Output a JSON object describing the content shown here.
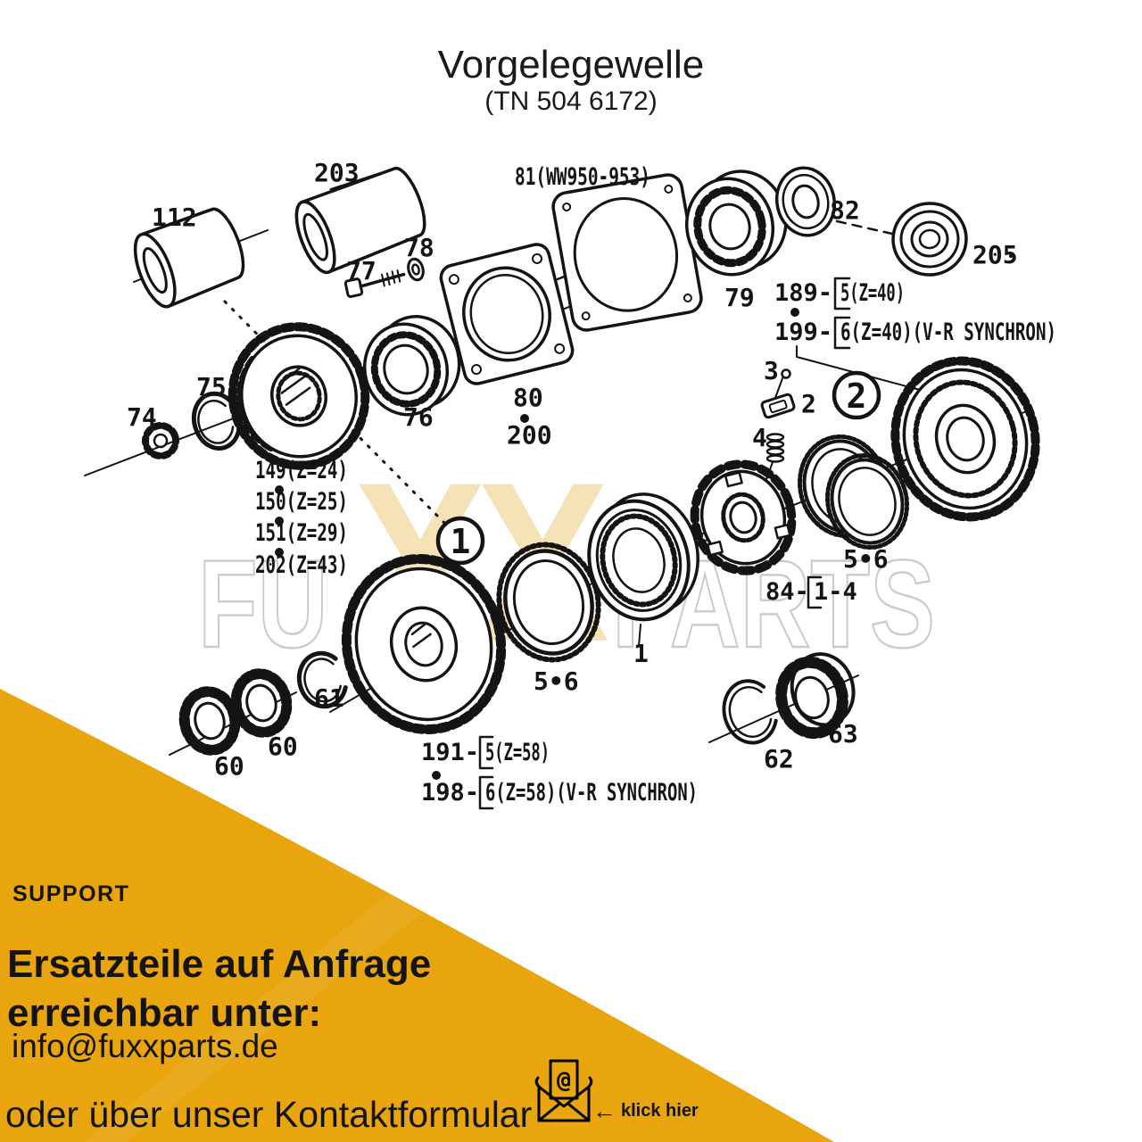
{
  "title": {
    "main": "Vorgelegewelle",
    "sub": "(TN 504 6172)"
  },
  "watermark": {
    "part1": "FU",
    "part2": "XX",
    "part3": "PARTS",
    "fill_color": "#f5e2b6",
    "outline_color": "#cbcbcb"
  },
  "colors": {
    "banner_yellow": "#e8a50d",
    "ink": "#141414"
  },
  "diagram": {
    "markers": {
      "m1": "1",
      "m2": "2"
    },
    "labels": {
      "p112": "112",
      "p203": "203",
      "p77": "77",
      "p78": "78",
      "p81": "81(WW950-953)",
      "p79": "79",
      "p82": "82",
      "p205": "205",
      "p189_prefix": "189-",
      "p189_ref": "5(Z=40)",
      "p199_prefix": "199-",
      "p199_ref": "6(Z=40)(V-R SYNCHRON)",
      "p3": "3",
      "p2": "2",
      "p4": "4",
      "p74": "74",
      "p75": "75",
      "p76": "76",
      "p80": "80",
      "p200": "200",
      "p149": "149(Z=24)",
      "p150": "150(Z=25)",
      "p151": "151(Z=29)",
      "p202": "202(Z=43)",
      "p5_6_mid": "5•6",
      "p5_6_right": "5•6",
      "p84_prefix": "84-",
      "p84_ref": "1-4",
      "p1": "1",
      "p191_prefix": "191-",
      "p191_ref": "5(Z=58)",
      "p198_prefix": "198-",
      "p198_ref": "6(Z=58)(V-R SYNCHRON)",
      "p60a": "60",
      "p60b": "60",
      "p61": "61",
      "p62": "62",
      "p63": "63"
    }
  },
  "support": {
    "heading": "SUPPORT",
    "line1": "Ersatzteile auf Anfrage",
    "line2": "erreichbar unter:",
    "email": "info@fuxxparts.de",
    "line3": "oder über unser Kontaktformular",
    "arrow": "←",
    "click_hint": "klick hier",
    "at_symbol": "@"
  }
}
